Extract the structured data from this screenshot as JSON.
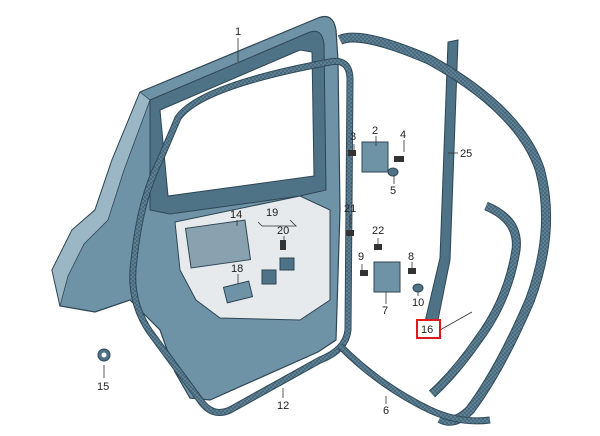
{
  "labels": {
    "p1": "1",
    "p2": "2",
    "p3": "3",
    "p4": "4",
    "p5": "5",
    "p6": "6",
    "p7": "7",
    "p8": "8",
    "p9": "9",
    "p10": "10",
    "p12": "12",
    "p14": "14",
    "p15": "15",
    "p16": "16",
    "p18": "18",
    "p19": "19",
    "p20": "20",
    "p21": "21",
    "p22": "22",
    "p25": "25"
  },
  "colors": {
    "panel": "#6f93a6",
    "panel_dark": "#4f7386",
    "panel_light": "#9bb7c6",
    "seal": "#5c7f93",
    "seal_dots": "#2f4b5a",
    "trim": "#e6eaec",
    "highlight": "#e0191f",
    "line": "#333333"
  }
}
